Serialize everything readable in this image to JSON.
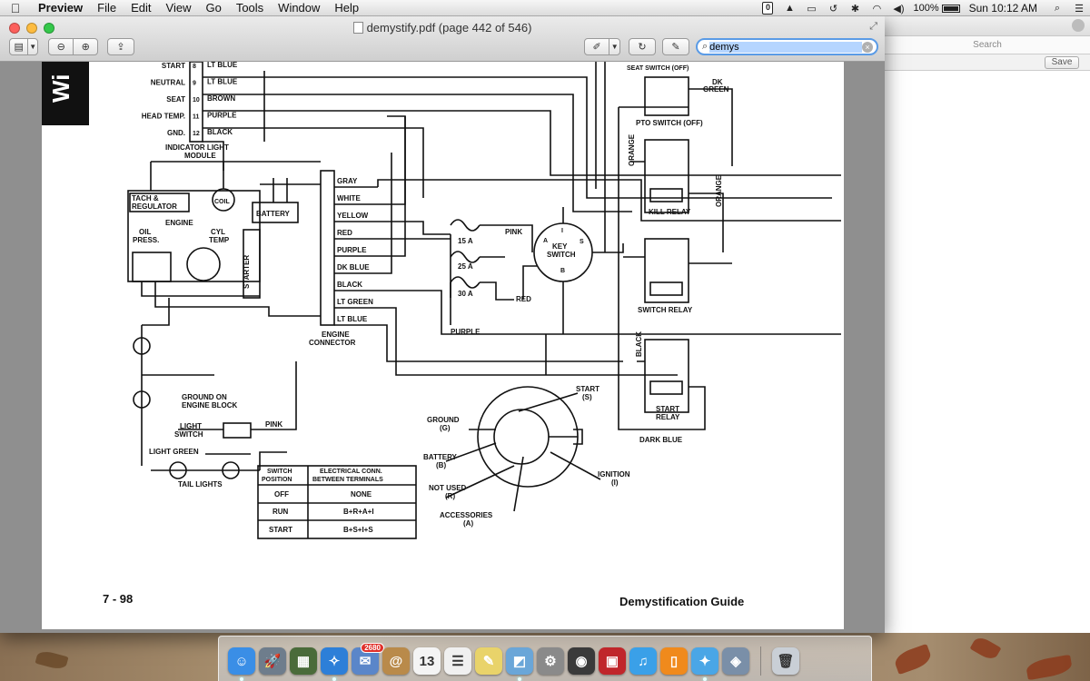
{
  "menubar": {
    "app_name": "Preview",
    "menus": [
      "File",
      "Edit",
      "View",
      "Go",
      "Tools",
      "Window",
      "Help"
    ],
    "battery_percent": "100%",
    "clock": "Sun 10:12 AM"
  },
  "window": {
    "title": "demystify.pdf (page 442 of 546)",
    "search": {
      "value": "demys",
      "placeholder": "Search"
    }
  },
  "pdf": {
    "side_tab": "Wi",
    "module_terminals": [
      {
        "label": "START",
        "num": "8",
        "wire": "LT BLUE"
      },
      {
        "label": "NEUTRAL",
        "num": "9",
        "wire": "LT BLUE"
      },
      {
        "label": "SEAT",
        "num": "10",
        "wire": "BROWN"
      },
      {
        "label": "HEAD TEMP.",
        "num": "11",
        "wire": "PURPLE"
      },
      {
        "label": "GND.",
        "num": "12",
        "wire": "BLACK"
      }
    ],
    "module_caption": [
      "INDICATOR LIGHT",
      "MODULE"
    ],
    "connector_wires": [
      "GRAY",
      "WHITE",
      "YELLOW",
      "RED",
      "PURPLE",
      "DK BLUE",
      "BLACK",
      "LT GREEN",
      "LT BLUE"
    ],
    "connector_caption": [
      "ENGINE",
      "CONNECTOR"
    ],
    "engine": {
      "tach": [
        "TACH &",
        "REGULATOR"
      ],
      "coil": "COIL",
      "battery": "BATTERY",
      "engine": "ENGINE",
      "oil": [
        "OIL",
        "PRESS."
      ],
      "cyl": [
        "CYL",
        "TEMP"
      ],
      "starter": "STARTER"
    },
    "fuses": [
      "15 A",
      "25 A",
      "30 A"
    ],
    "wire_labels": {
      "pink": "PINK",
      "red": "RED",
      "purple": "PURPLE",
      "light_green": "LIGHT GREEN",
      "orange": "ORANGE",
      "black": "BLACK",
      "dark_blue": "DARK BLUE",
      "dk_green": [
        "DK",
        "GREEN"
      ]
    },
    "key_switch": {
      "label": [
        "KEY",
        "SWITCH"
      ],
      "terminals": [
        "I",
        "A",
        "S",
        "B"
      ]
    },
    "relays": {
      "pto": "PTO SWITCH (OFF)",
      "kill": "KILL RELAY",
      "switch": "SWITCH RELAY",
      "start": [
        "START",
        "RELAY"
      ],
      "top_cut": "SEAT SWITCH (OFF)"
    },
    "ground": [
      "GROUND ON",
      "ENGINE BLOCK"
    ],
    "light_switch": [
      "LIGHT",
      "SWITCH"
    ],
    "tail_lights": "TAIL LIGHTS",
    "connector_callouts": {
      "start": [
        "START",
        "(S)"
      ],
      "ground": [
        "GROUND",
        "(G)"
      ],
      "battery": [
        "BATTERY",
        "(B)"
      ],
      "ignition": [
        "IGNITION",
        "(I)"
      ],
      "not_used": [
        "NOT USED",
        "(R)"
      ],
      "accessories": [
        "ACCESSORIES",
        "(A)"
      ]
    },
    "table": {
      "headers": [
        [
          "SWITCH",
          "POSITION"
        ],
        [
          "ELECTRICAL CONN.",
          "BETWEEN TERMINALS"
        ]
      ],
      "rows": [
        [
          "OFF",
          "NONE"
        ],
        [
          "RUN",
          "B+R+A+I"
        ],
        [
          "START",
          "B+S+I+S"
        ]
      ]
    },
    "page_number": "7 - 98",
    "footer_title": "Demystification Guide"
  },
  "bgwin": {
    "search_label": "Search",
    "save_label": "Save"
  },
  "dock": {
    "items": [
      {
        "name": "finder",
        "glyph": "☺",
        "color": "#3a8ee6"
      },
      {
        "name": "launchpad",
        "glyph": "🚀",
        "color": "#6e7d8c"
      },
      {
        "name": "dashboard",
        "glyph": "▦",
        "color": "#4a6b3a"
      },
      {
        "name": "safari",
        "glyph": "✧",
        "color": "#2d7fd8"
      },
      {
        "name": "mail",
        "glyph": "✉",
        "color": "#5a86c9",
        "badge": "2680"
      },
      {
        "name": "contacts",
        "glyph": "@",
        "color": "#b98a4a"
      },
      {
        "name": "calendar",
        "glyph": "13",
        "color": "#f4f4f4"
      },
      {
        "name": "reminders",
        "glyph": "☰",
        "color": "#f0f0f0"
      },
      {
        "name": "notes",
        "glyph": "✎",
        "color": "#e9d36a"
      },
      {
        "name": "preview",
        "glyph": "◩",
        "color": "#6aa6d8"
      },
      {
        "name": "system-preferences",
        "glyph": "⚙",
        "color": "#8a8a8a"
      },
      {
        "name": "facetime",
        "glyph": "◉",
        "color": "#3a3a3a"
      },
      {
        "name": "photo-booth",
        "glyph": "▣",
        "color": "#c0262b"
      },
      {
        "name": "itunes",
        "glyph": "♫",
        "color": "#3aa0e8"
      },
      {
        "name": "ibooks",
        "glyph": "▯",
        "color": "#f08a1c"
      },
      {
        "name": "messages",
        "glyph": "✦",
        "color": "#4aa6e6"
      },
      {
        "name": "image-capture",
        "glyph": "◈",
        "color": "#7a8fa8"
      }
    ],
    "trash": {
      "name": "trash",
      "glyph": "🗑",
      "color": "#c9cfd6"
    }
  }
}
